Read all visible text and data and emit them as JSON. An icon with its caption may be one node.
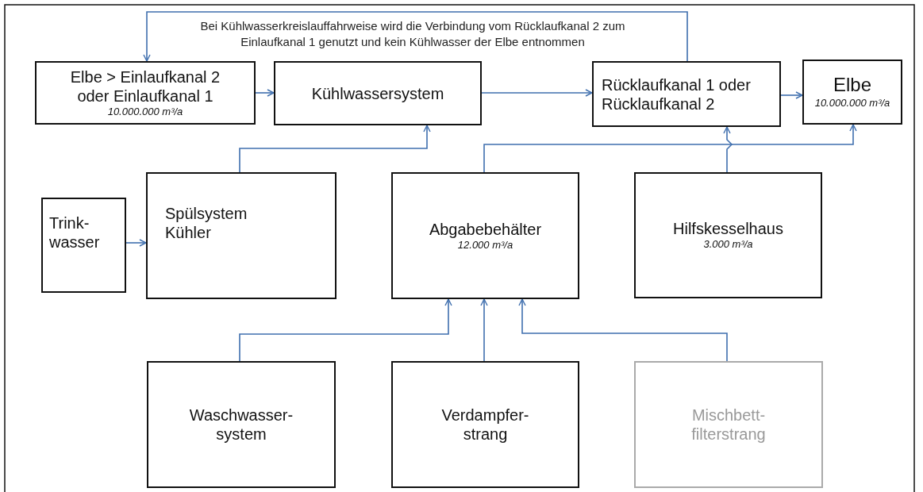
{
  "diagram": {
    "nodes": [
      {
        "text": [
          "Elbe > Einlaufkanal 2 oder Einlaufkanal 1",
          "10.000.000 m³/a"
        ]
      },
      {
        "text": [
          "Kühlwassersystem"
        ]
      },
      {
        "text": [
          "Rücklaufkanal 1 oder Rücklaufkanal 2"
        ]
      },
      {
        "text": [
          "Elbe",
          "10.000.000 m³/a"
        ]
      },
      {
        "text": [
          "Trink- wasser"
        ]
      },
      {
        "text": [
          "Spülsystem Kühler"
        ]
      },
      {
        "text": [
          "Abgabebehälter",
          "12.000 m³/a"
        ]
      },
      {
        "text": [
          "Hilfskesselhaus",
          "3.000 m³/a"
        ]
      },
      {
        "text": [
          "Waschwasser- system"
        ]
      },
      {
        "text": [
          "Verdampfer- strang"
        ]
      },
      {
        "text": [
          "Mischbett- filterstrang"
        ]
      }
    ],
    "edges": [
      {
        "from": 0,
        "to": 1,
        "arrow": "to"
      },
      {
        "from": 1,
        "to": 2,
        "arrow": "to"
      },
      {
        "from": 2,
        "to": 3,
        "arrow": "to"
      },
      {
        "from": 2,
        "to": 0,
        "arrow": "to",
        "label": "Bei Kühlwasserkreislauffahrweise wird die Verbindung vom Rücklaufkanal 2 zum Einlaufkanal 1 genutzt und kein Kühlwasser der Elbe entnommen"
      },
      {
        "from": 5,
        "to": 1,
        "arrow": "to"
      },
      {
        "from": 6,
        "to": 3,
        "arrow": "to"
      },
      {
        "from": 7,
        "to": 2,
        "arrow": "to"
      },
      {
        "from": 4,
        "to": 5,
        "arrow": "to"
      },
      {
        "from": 8,
        "to": 6,
        "arrow": "to"
      },
      {
        "from": 9,
        "to": 6,
        "arrow": "to"
      },
      {
        "from": 10,
        "to": 6,
        "arrow": "to"
      }
    ]
  }
}
